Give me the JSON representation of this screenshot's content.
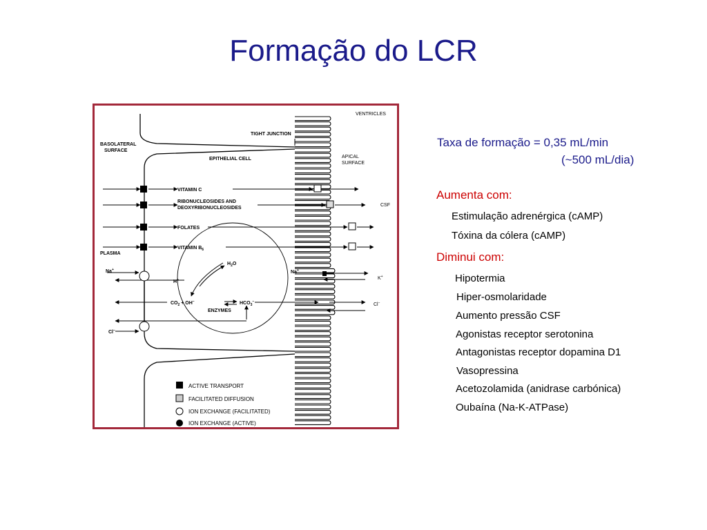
{
  "slide": {
    "title": "Formação do LCR",
    "rate_line1": "Taxa de formação = 0,35 mL/min",
    "rate_line2": "(~500 mL/dia)",
    "increase_heading": "Aumenta com:",
    "increase_items": [
      "Estimulação adrenérgica (cAMP)",
      "Tóxina da cólera (cAMP)"
    ],
    "decrease_heading": "Diminui com:",
    "decrease_items": [
      "Hipotermia",
      "Hiper-osmolaridade",
      "Aumento pressão CSF",
      "Agonistas receptor serotonina",
      "Antagonistas receptor dopamina D1",
      "Vasopressina",
      "Acetozolamida (anidrase carbónica)",
      "Oubaína (Na-K-ATPase)"
    ],
    "colors": {
      "title": "#1a1a8a",
      "heading": "#cc0000",
      "frame": "#a3283a"
    }
  },
  "diagram": {
    "ventricles": "VENTRICLES",
    "basolateral_1": "BASOLATERAL",
    "basolateral_2": "SURFACE",
    "tight_junction": "TIGHT JUNCTION",
    "epithelial_cell": "EPITHELIAL CELL",
    "apical_1": "APICAL",
    "apical_2": "SURFACE",
    "csf": "CSF",
    "plasma": "PLASMA",
    "vitamin_c": "VITAMIN C",
    "ribo_1": "RIBONUCLEOSIDES AND",
    "ribo_2": "DEOXYRIBONUCLEOSIDES",
    "folates": "FOLATES",
    "vitamin_b6": "VITAMIN B",
    "vitamin_b6_sub": "6",
    "h2o": "H",
    "h2o_sub": "2",
    "h2o_end": "O",
    "na_left": "Na",
    "na_right": "Na",
    "h_plus": "H",
    "k_plus": "K",
    "co2": "CO",
    "co2_sub": "2",
    "co2_rest": " + OH",
    "hco3": "HCO",
    "hco3_sub": "3",
    "enzymes": "ENZYMES",
    "cl_left": "Cl",
    "cl_right": "Cl",
    "legend": [
      "ACTIVE TRANSPORT",
      "FACILITATED DIFFUSION",
      "ION EXCHANGE (FACILITATED)",
      "ION EXCHANGE (ACTIVE)"
    ]
  }
}
